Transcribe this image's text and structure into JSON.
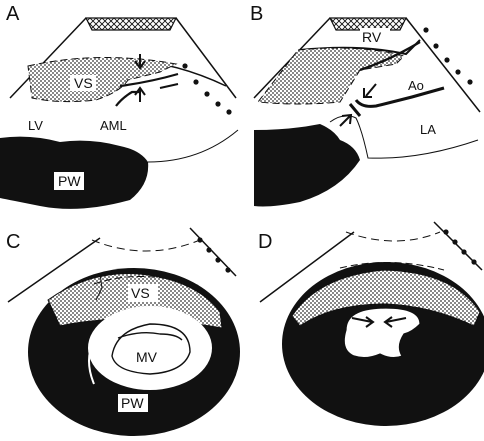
{
  "panels": [
    {
      "letter": "A",
      "labels": {
        "vs": "VS",
        "lv": "LV",
        "aml": "AML",
        "pw": "PW"
      }
    },
    {
      "letter": "B",
      "labels": {
        "rv": "RV",
        "ao": "Ao",
        "la": "LA"
      }
    },
    {
      "letter": "C",
      "labels": {
        "vs": "VS",
        "mv": "MV",
        "pw": "PW"
      }
    },
    {
      "letter": "D",
      "labels": {}
    }
  ],
  "colors": {
    "ink": "#111111",
    "paper": "#ffffff"
  }
}
